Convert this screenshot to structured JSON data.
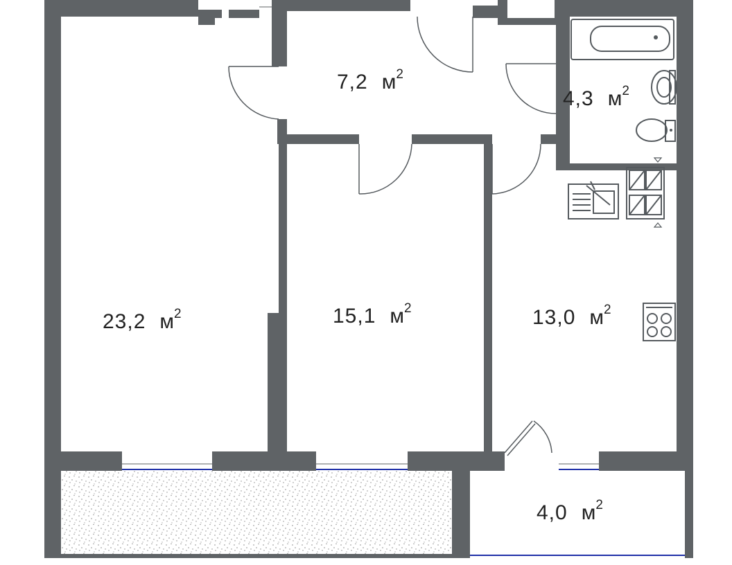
{
  "colors": {
    "wall": "#5f6366",
    "window": "#1e2fa8",
    "background": "#ffffff",
    "text": "#222222",
    "balcony_hatch": "#8a8a8a"
  },
  "rooms": [
    {
      "id": "living-room",
      "area": "23,2",
      "unit": "м",
      "exp": "2"
    },
    {
      "id": "hallway",
      "area": "7,2",
      "unit": "м",
      "exp": "2"
    },
    {
      "id": "bathroom",
      "area": "4,3",
      "unit": "м",
      "exp": "2"
    },
    {
      "id": "bedroom",
      "area": "15,1",
      "unit": "м",
      "exp": "2"
    },
    {
      "id": "kitchen",
      "area": "13,0",
      "unit": "м",
      "exp": "2"
    },
    {
      "id": "loggia",
      "area": "4,0",
      "unit": "м",
      "exp": "2"
    }
  ],
  "icons": {
    "bathtub": "bathtub-icon",
    "sink": "sink-icon",
    "toilet": "toilet-icon",
    "kitchen_sink": "kitchen-sink-icon",
    "stove": "stove-icon",
    "ventilation": "ventilation-shaft-icon"
  }
}
